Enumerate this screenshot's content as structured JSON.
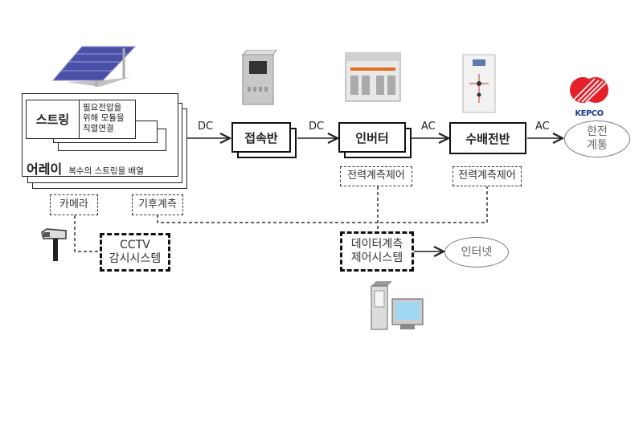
{
  "array_block": {
    "string_label": "스트링",
    "string_desc": [
      "필요전압을",
      "위해 모듈을",
      "직렬연결"
    ],
    "array_label": "어레이",
    "array_desc": "복수의 스트링을 배열"
  },
  "flow": {
    "dc1": "DC",
    "dc2": "DC",
    "ac1": "AC",
    "ac2": "AC",
    "junction_box": "접속반",
    "inverter": "인버터",
    "switchgear": "수배전반",
    "grid": [
      "한전",
      "계통"
    ]
  },
  "monitoring": {
    "inverter_control": "전력계측제어",
    "switchgear_control": "전력계측제어",
    "camera": "카메라",
    "weather": "기후계측",
    "cctv": [
      "CCTV",
      "감시시스템"
    ],
    "data_system": [
      "데이터계측",
      "제어시스템"
    ],
    "internet": "인터넷"
  },
  "logos": {
    "kepco": "KEPCO"
  },
  "colors": {
    "kepco_red": "#e4202a",
    "kepco_blue": "#1a3a8c",
    "panel_blue": "#4a4fa8"
  }
}
